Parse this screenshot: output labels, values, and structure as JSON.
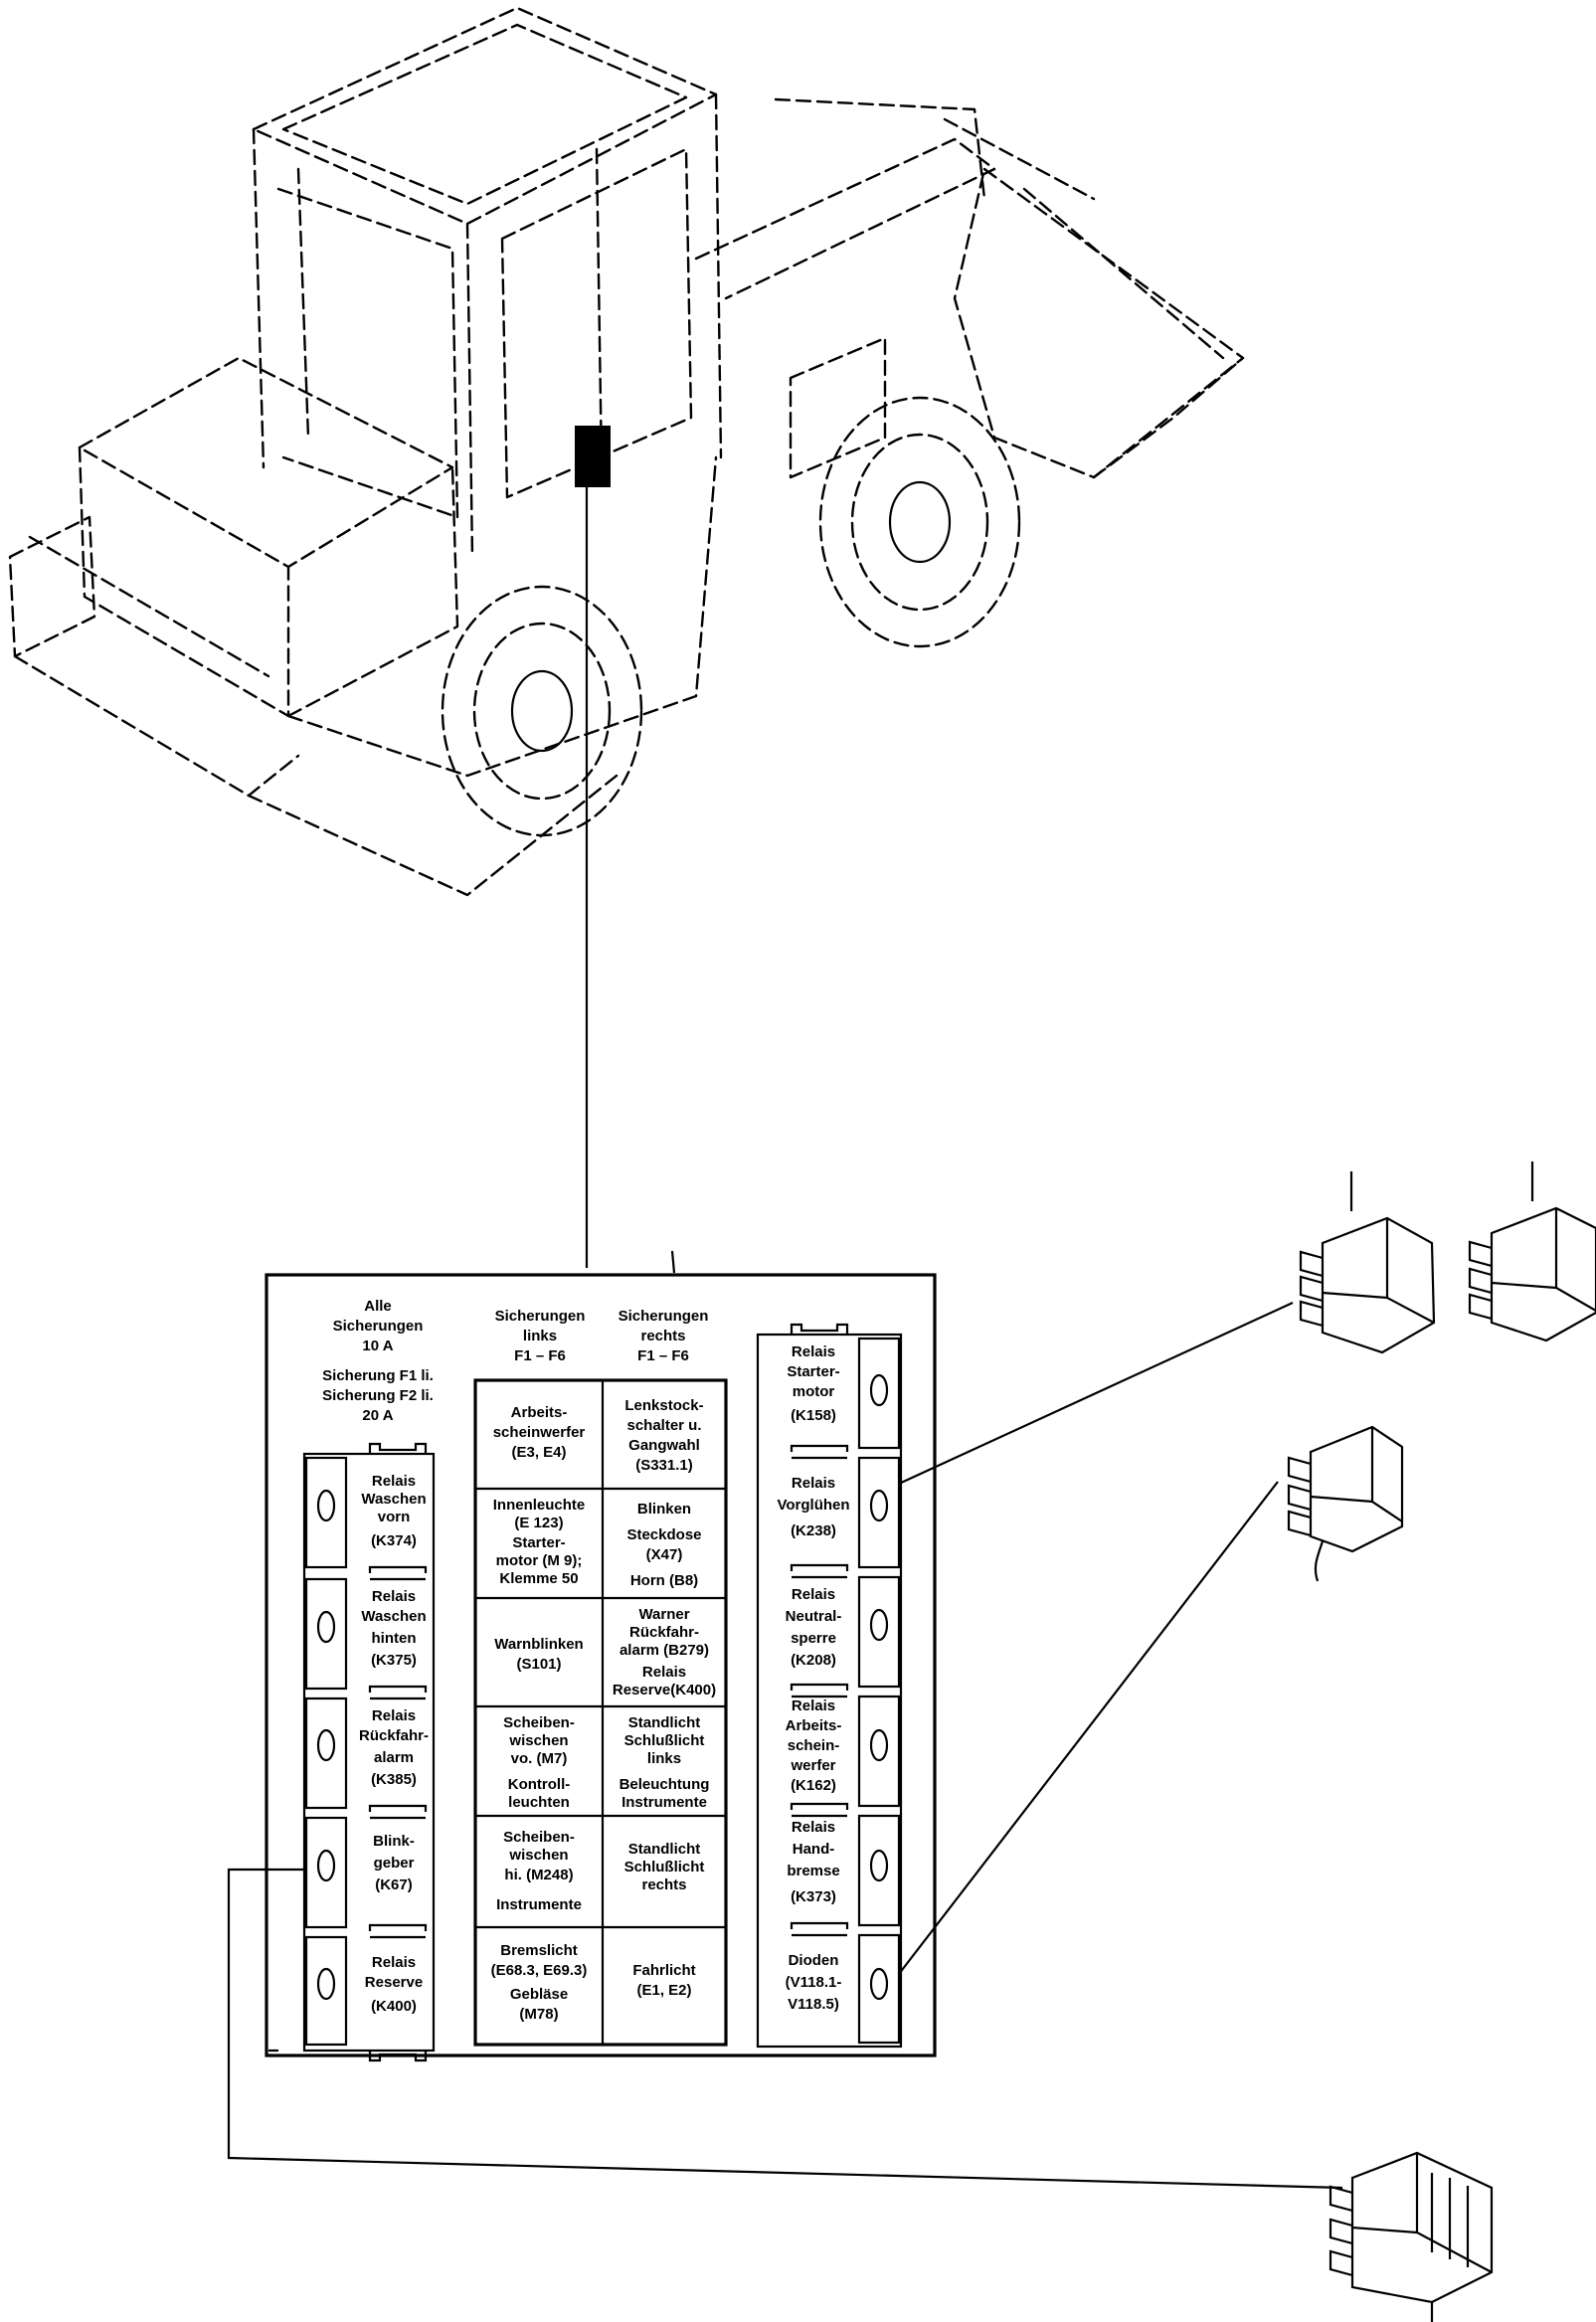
{
  "fuse_box": {
    "header_all": [
      "Alle",
      "Sicherungen",
      "10 A",
      "Sicherung F1 li.",
      "Sicherung F2 li.",
      "20 A"
    ],
    "header_left": [
      "Sicherungen",
      "links",
      "F1 – F6"
    ],
    "header_right": [
      "Sicherungen",
      "rechts",
      "F1 – F6"
    ],
    "left_relays": [
      [
        "Relais",
        "Waschen",
        "vorn",
        "(K374)"
      ],
      [
        "Relais",
        "Waschen",
        "hinten",
        "(K375)"
      ],
      [
        "Relais",
        "Rückfahr-",
        "alarm",
        "(K385)"
      ],
      [
        "Blink-",
        "geber",
        "(K67)"
      ],
      [
        "Relais",
        "Reserve",
        "(K400)"
      ]
    ],
    "fuses_left": [
      [
        "Arbeits-",
        "scheinwerfer",
        "(E3, E4)"
      ],
      [
        "Innenleuchte",
        "(E 123)",
        "Starter-",
        "motor (M 9);",
        "Klemme 50"
      ],
      [
        "Warnblinken",
        "(S101)"
      ],
      [
        "Scheiben-",
        "wischen",
        "vo. (M7)",
        "Kontroll-",
        "leuchten"
      ],
      [
        "Scheiben-",
        "wischen",
        "hi. (M248)",
        "Instrumente"
      ],
      [
        "Bremslicht",
        "(E68.3, E69.3)",
        "Gebläse",
        "(M78)"
      ]
    ],
    "fuses_right": [
      [
        "Lenkstock-",
        "schalter u.",
        "Gangwahl",
        "(S331.1)"
      ],
      [
        "Blinken",
        "Steckdose",
        "(X47)",
        "Horn (B8)"
      ],
      [
        "Warner",
        "Rückfahr-",
        "alarm (B279)",
        "Relais",
        "Reserve(K400)"
      ],
      [
        "Standlicht",
        "Schlußlicht",
        "links",
        "Beleuchtung",
        "Instrumente"
      ],
      [
        "Standlicht",
        "Schlußlicht",
        "rechts"
      ],
      [
        "Fahrlicht",
        "(E1, E2)"
      ]
    ],
    "right_relays": [
      [
        "Relais",
        "Starter-",
        "motor",
        "(K158)"
      ],
      [
        "Relais",
        "Vorglühen",
        "(K238)"
      ],
      [
        "Relais",
        "Neutral-",
        "sperre",
        "(K208)"
      ],
      [
        "Relais",
        "Arbeits-",
        "schein-",
        "werfer",
        "(K162)"
      ],
      [
        "Relais",
        "Hand-",
        "bremse",
        "(K373)"
      ],
      [
        "Dioden",
        "(V118.1-",
        "V118.5)"
      ]
    ]
  }
}
